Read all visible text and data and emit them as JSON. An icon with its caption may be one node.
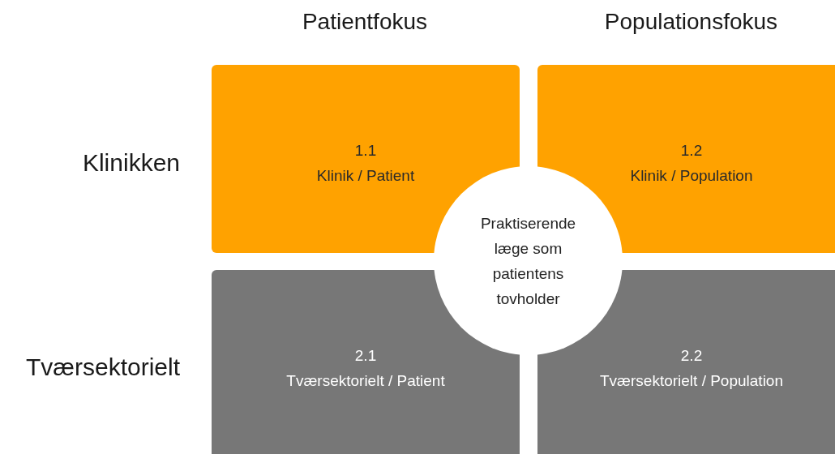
{
  "diagram": {
    "nodes": [
      {
        "text": [
          "1.1",
          "Klinik / Patient"
        ]
      },
      {
        "text": [
          "1.2",
          "Klinik / Population"
        ]
      },
      {
        "text": [
          "Praktiserende læge som patientens tovholder"
        ]
      },
      {
        "text": [
          "2.1",
          "Tværsektorielt / Patient"
        ]
      },
      {
        "text": [
          "2.2",
          "Tværsektorielt / Population"
        ]
      }
    ],
    "labels": [
      "Patientfokus",
      "Populationsfokus",
      "Klinikken",
      "Tværsektorielt"
    ]
  }
}
